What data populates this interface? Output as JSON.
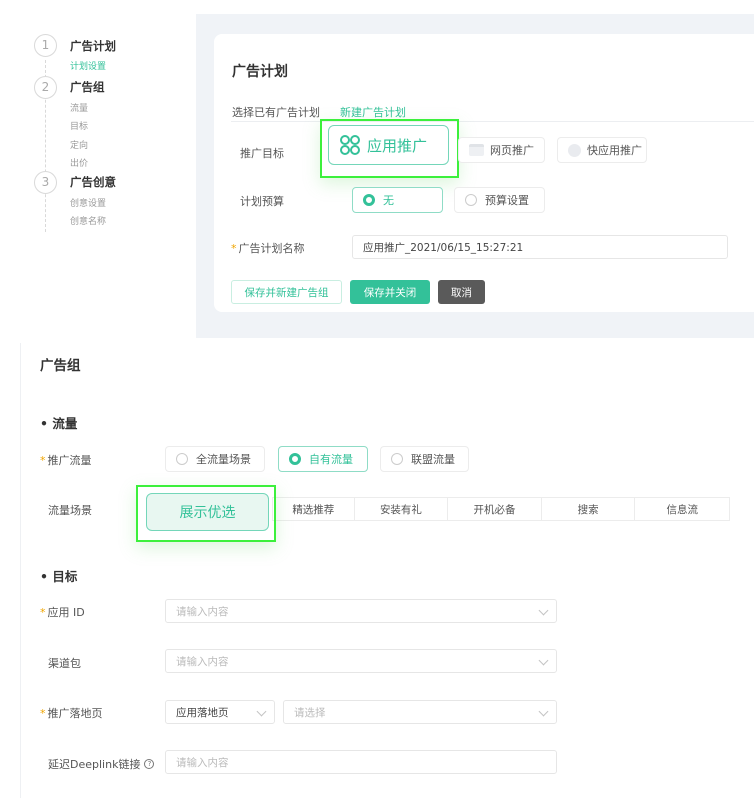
{
  "steps": [
    {
      "number": "1",
      "title": "广告计划",
      "subs": [
        "计划设置"
      ]
    },
    {
      "number": "2",
      "title": "广告组",
      "subs": [
        "流量",
        "目标",
        "定向",
        "出价"
      ]
    },
    {
      "number": "3",
      "title": "广告创意",
      "subs": [
        "创意设置",
        "创意名称"
      ]
    }
  ],
  "plan": {
    "title": "广告计划",
    "tabs": [
      "选择已有广告计划",
      "新建广告计划"
    ],
    "active_tab": 1,
    "target_label": "推广目标",
    "target_options": [
      "应用推广",
      "网页推广",
      "快应用推广"
    ],
    "budget_label": "计划预算",
    "budget_options": [
      "无",
      "预算设置"
    ],
    "name_label": "广告计划名称",
    "name_value": "应用推广_2021/06/15_15:27:21",
    "buttons": {
      "save_new_group": "保存并新建广告组",
      "save_close": "保存并关闭",
      "cancel": "取消"
    }
  },
  "group": {
    "title": "广告组",
    "traffic_section": "流量",
    "traffic_label": "推广流量",
    "traffic_options": [
      "全流量场景",
      "自有流量",
      "联盟流量"
    ],
    "scene_label": "流量场景",
    "scenes": [
      "展示优选",
      "精选推荐",
      "安装有礼",
      "开机必备",
      "搜索",
      "信息流"
    ],
    "target_section": "目标",
    "app_id_label": "应用 ID",
    "app_id_placeholder": "请输入内容",
    "channel_label": "渠道包",
    "channel_placeholder": "请输入内容",
    "landing_label": "推广落地页",
    "landing_type_value": "应用落地页",
    "landing_placeholder": "请选择",
    "deeplink_label": "延迟Deeplink链接",
    "deeplink_placeholder": "请输入内容"
  },
  "colors": {
    "accent": "#33c199",
    "highlight": "#3cf03c",
    "cancel_bg": "#5a5a5a",
    "required": "#f0a500"
  }
}
